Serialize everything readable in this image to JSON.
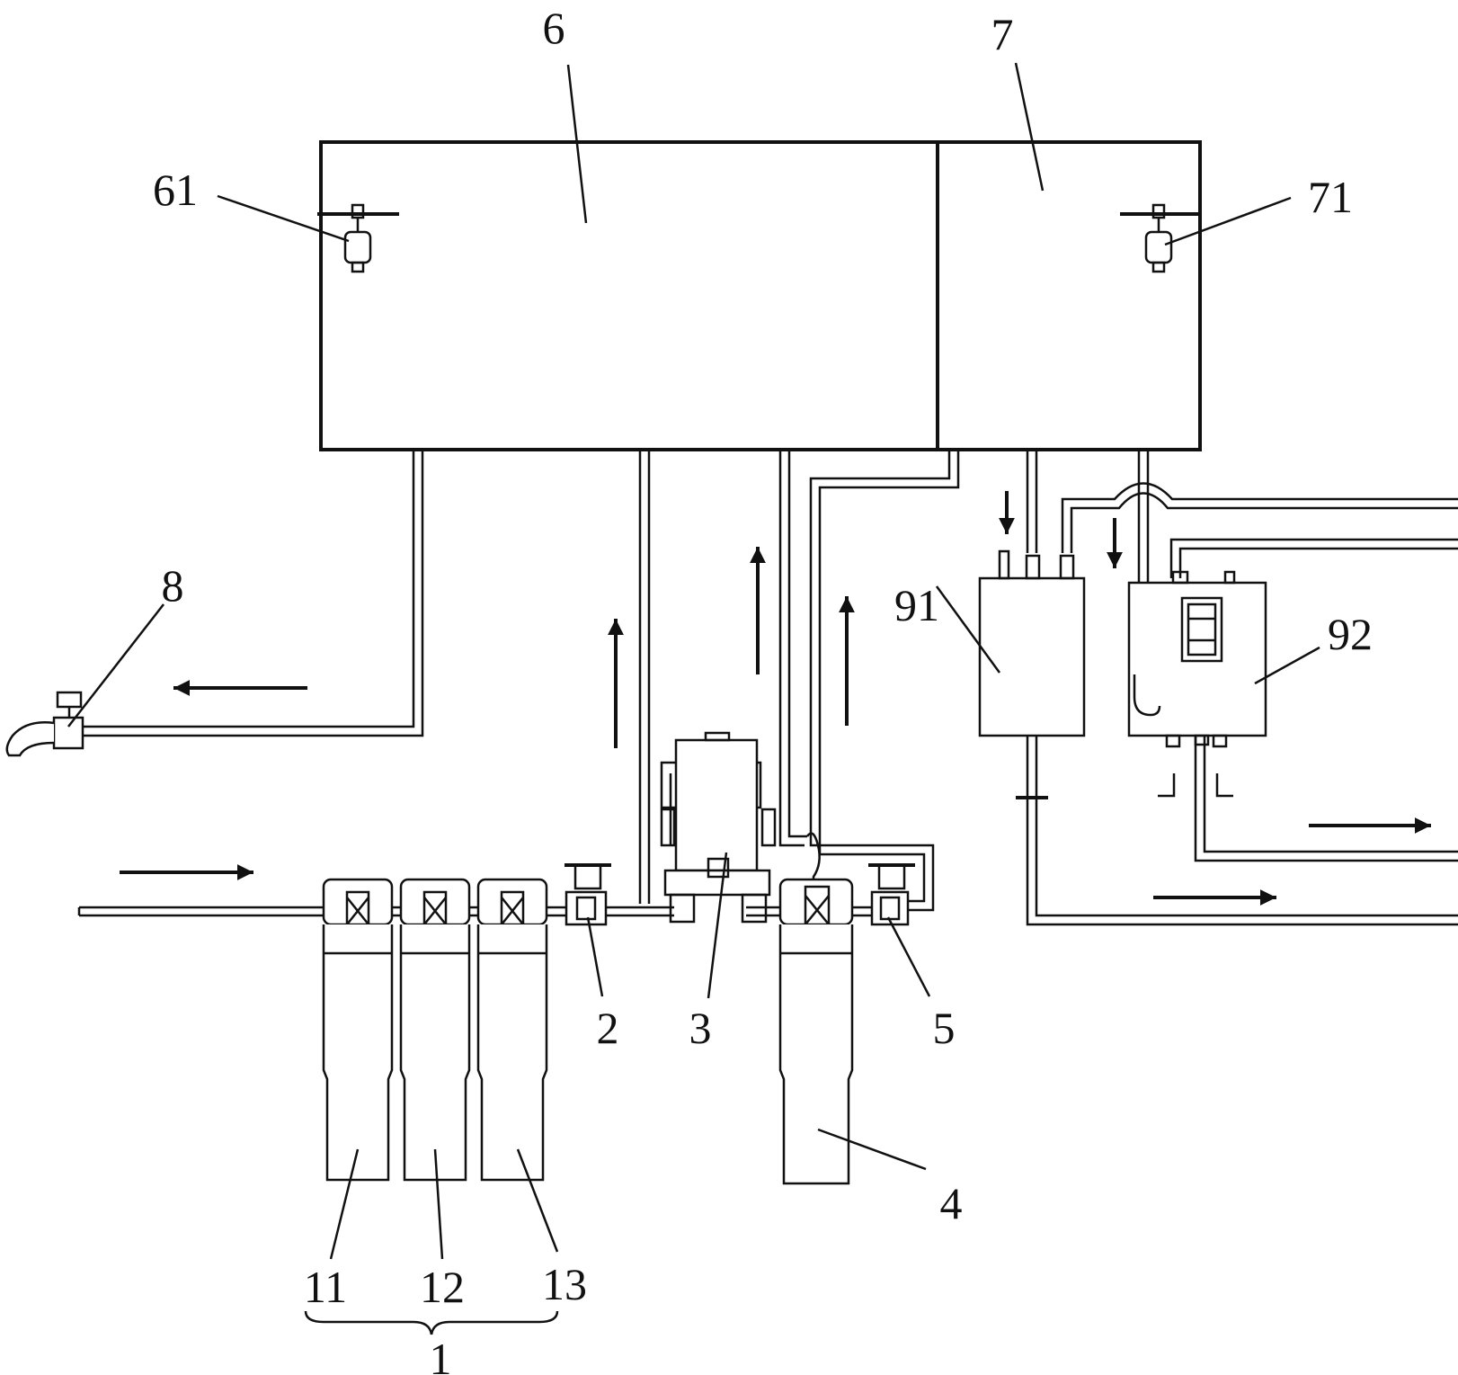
{
  "labels": {
    "tank_6": "6",
    "tank_7": "7",
    "float_61": "61",
    "float_71": "71",
    "faucet_8": "8",
    "valve_2": "2",
    "pump_3": "3",
    "filter_4": "4",
    "valve_5": "5",
    "filter_11": "11",
    "filter_12": "12",
    "filter_13": "13",
    "group_1": "1",
    "unit_91": "91",
    "unit_92": "92"
  },
  "colors": {
    "line": "#111111",
    "background": "#ffffff"
  }
}
